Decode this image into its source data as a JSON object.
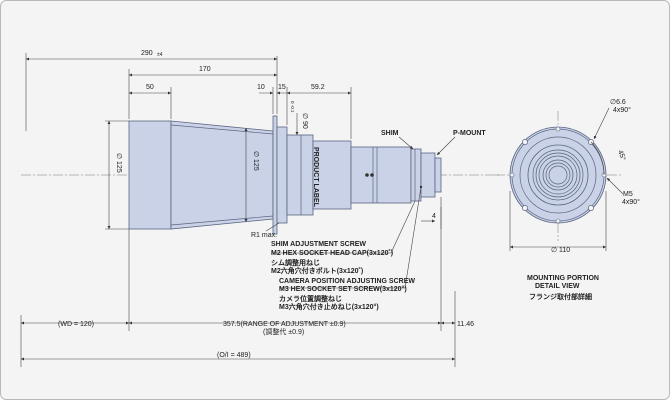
{
  "drawing": {
    "dims": {
      "overall_290": "290",
      "overall_290_tol": "±4",
      "len_170": "170",
      "len_50": "50",
      "len_10": "10",
      "len_15": "15",
      "len_59_2": "59.2",
      "dia_125_left": "∅ 125",
      "dia_125_mid": "∅ 125",
      "dia_90": "∅ 90",
      "dia_90_tol": "0 -0.1",
      "radius": "R1 max.",
      "gap_4": "4",
      "wd": "(WD = 120)",
      "range": "357.5(RANGE OF ADJUSTMENT ±0.9)",
      "range_jp": "(調整代 ±0.9)",
      "len_11_46": "11.46",
      "oi": "(O/I = 489)",
      "dia_110": "∅ 110"
    },
    "labels": {
      "product_label": "PRODUCT LABEL",
      "shim": "SHIM",
      "pmount": "P-MOUNT",
      "shim_screw_1": "SHIM ADJUSTMENT SCREW",
      "shim_screw_2": "M2 HEX SOCKET HEAD CAP(3x120˚)",
      "shim_screw_jp1": "シム調整用ねじ",
      "shim_screw_jp2": "M2六角穴付きボルト(3x120˚)",
      "cam_screw_1": "CAMERA POSITION ADJUSTING SCREW",
      "cam_screw_2": "M3 HEX SOCKET SET SCREW(3x120°)",
      "cam_screw_jp1": "カメラ位置調整ねじ",
      "cam_screw_jp2": "M3六角穴付き止めねじ(3x120°)",
      "hole_66": "∅6.6",
      "hole_66_qty": "4x90°",
      "angle_45": "45°",
      "m5": "M5",
      "m5_qty": "4x90°",
      "mount_title_1": "MOUNTING PORTION",
      "mount_title_2": "DETAIL VIEW",
      "mount_title_jp": "フランジ取付部詳細"
    },
    "colors": {
      "body": "#c9d2e6",
      "outline": "#5a6480",
      "background": "#f4f4f4"
    }
  }
}
